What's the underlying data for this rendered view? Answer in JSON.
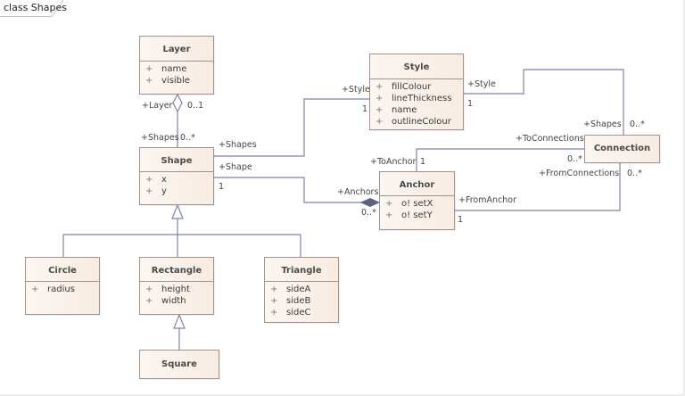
{
  "diagram": {
    "title": "class Shapes",
    "colors": {
      "class_fill_start": "#fbf6f1",
      "class_fill_end": "#f7ece2",
      "class_border": "#a6908a",
      "connector": "#7e85a8",
      "composition_diamond": "#5b6283"
    }
  },
  "classes": {
    "layer": {
      "name": "Layer",
      "attributes": [
        {
          "vis": "+",
          "name": "name"
        },
        {
          "vis": "+",
          "name": "visible"
        }
      ]
    },
    "style": {
      "name": "Style",
      "attributes": [
        {
          "vis": "+",
          "name": "fillColour"
        },
        {
          "vis": "+",
          "name": "lineThickness"
        },
        {
          "vis": "+",
          "name": "name"
        },
        {
          "vis": "+",
          "name": "outlineColour"
        }
      ]
    },
    "shape": {
      "name": "Shape",
      "attributes": [
        {
          "vis": "+",
          "name": "x"
        },
        {
          "vis": "+",
          "name": "y"
        }
      ]
    },
    "connection": {
      "name": "Connection",
      "attributes": []
    },
    "anchor": {
      "name": "Anchor",
      "attributes": [
        {
          "vis": "+",
          "name": "o! setX"
        },
        {
          "vis": "+",
          "name": "o! setY"
        }
      ]
    },
    "circle": {
      "name": "Circle",
      "attributes": [
        {
          "vis": "+",
          "name": "radius"
        }
      ]
    },
    "rectangle": {
      "name": "Rectangle",
      "attributes": [
        {
          "vis": "+",
          "name": "height"
        },
        {
          "vis": "+",
          "name": "width"
        }
      ]
    },
    "triangle": {
      "name": "Triangle",
      "attributes": [
        {
          "vis": "+",
          "name": "sideA"
        },
        {
          "vis": "+",
          "name": "sideB"
        },
        {
          "vis": "+",
          "name": "sideC"
        }
      ]
    },
    "square": {
      "name": "Square",
      "attributes": []
    }
  },
  "associations": {
    "layer_shapes": {
      "type": "aggregation",
      "source_role": "+Layer",
      "source_mult": "0..1",
      "target_role": "+Shapes",
      "target_mult": "0..*"
    },
    "shape_style": {
      "type": "association",
      "source_role": "+Shapes",
      "target_role": "+Style",
      "target_mult": "1"
    },
    "shape_anchor": {
      "type": "composition",
      "source_role": "+Shape",
      "source_mult": "1",
      "target_role": "+Anchors",
      "target_mult": "0..*"
    },
    "style_connection": {
      "type": "association",
      "source_role": "+Style",
      "source_mult": "1",
      "target_role": "+Shapes",
      "target_mult": "0..*"
    },
    "anchor_to_connection": {
      "type": "association",
      "source_role": "+ToAnchor",
      "source_mult": "1",
      "target_role": "+ToConnections",
      "target_mult": "0..*"
    },
    "anchor_from_connection": {
      "type": "association",
      "source_role": "+FromAnchor",
      "source_mult": "1",
      "target_role": "+FromConnections",
      "target_mult": "0..*"
    },
    "generalization_shape": {
      "type": "generalization",
      "parent": "Shape",
      "children": [
        "Circle",
        "Rectangle",
        "Triangle"
      ]
    },
    "generalization_rectangle": {
      "type": "generalization",
      "parent": "Rectangle",
      "children": [
        "Square"
      ]
    }
  }
}
